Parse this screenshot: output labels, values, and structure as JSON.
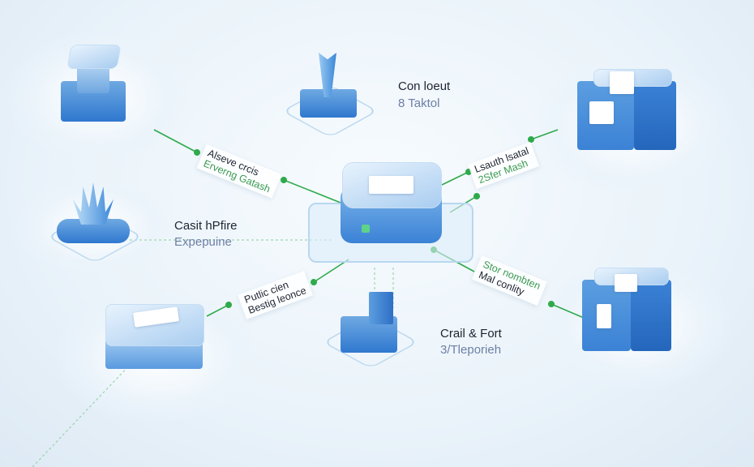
{
  "colors": {
    "connector": "#2eaa4a",
    "block": "#3b82d6",
    "background": "#eaf3fa"
  },
  "labels": {
    "top_center": {
      "title": "Con loeut",
      "subtitle": "8 Taktol"
    },
    "left_middle": {
      "title": "Casit hPfire",
      "subtitle": "Expepuine"
    },
    "bottom_center": {
      "title": "Crail & Fort",
      "subtitle": "3/Tleporieh"
    }
  },
  "tags": {
    "upper_left": {
      "line1": "Alseve crcis",
      "line2": "Erverng Gatash"
    },
    "lower_left": {
      "line1": "Putlic cien",
      "line2": "Bestig leonce"
    },
    "upper_right": {
      "line1": "Lsauth lsatal",
      "line2": "2Sfer Mash"
    },
    "lower_right": {
      "line1": "Stor nombten",
      "line2": "Mal conlity"
    }
  }
}
